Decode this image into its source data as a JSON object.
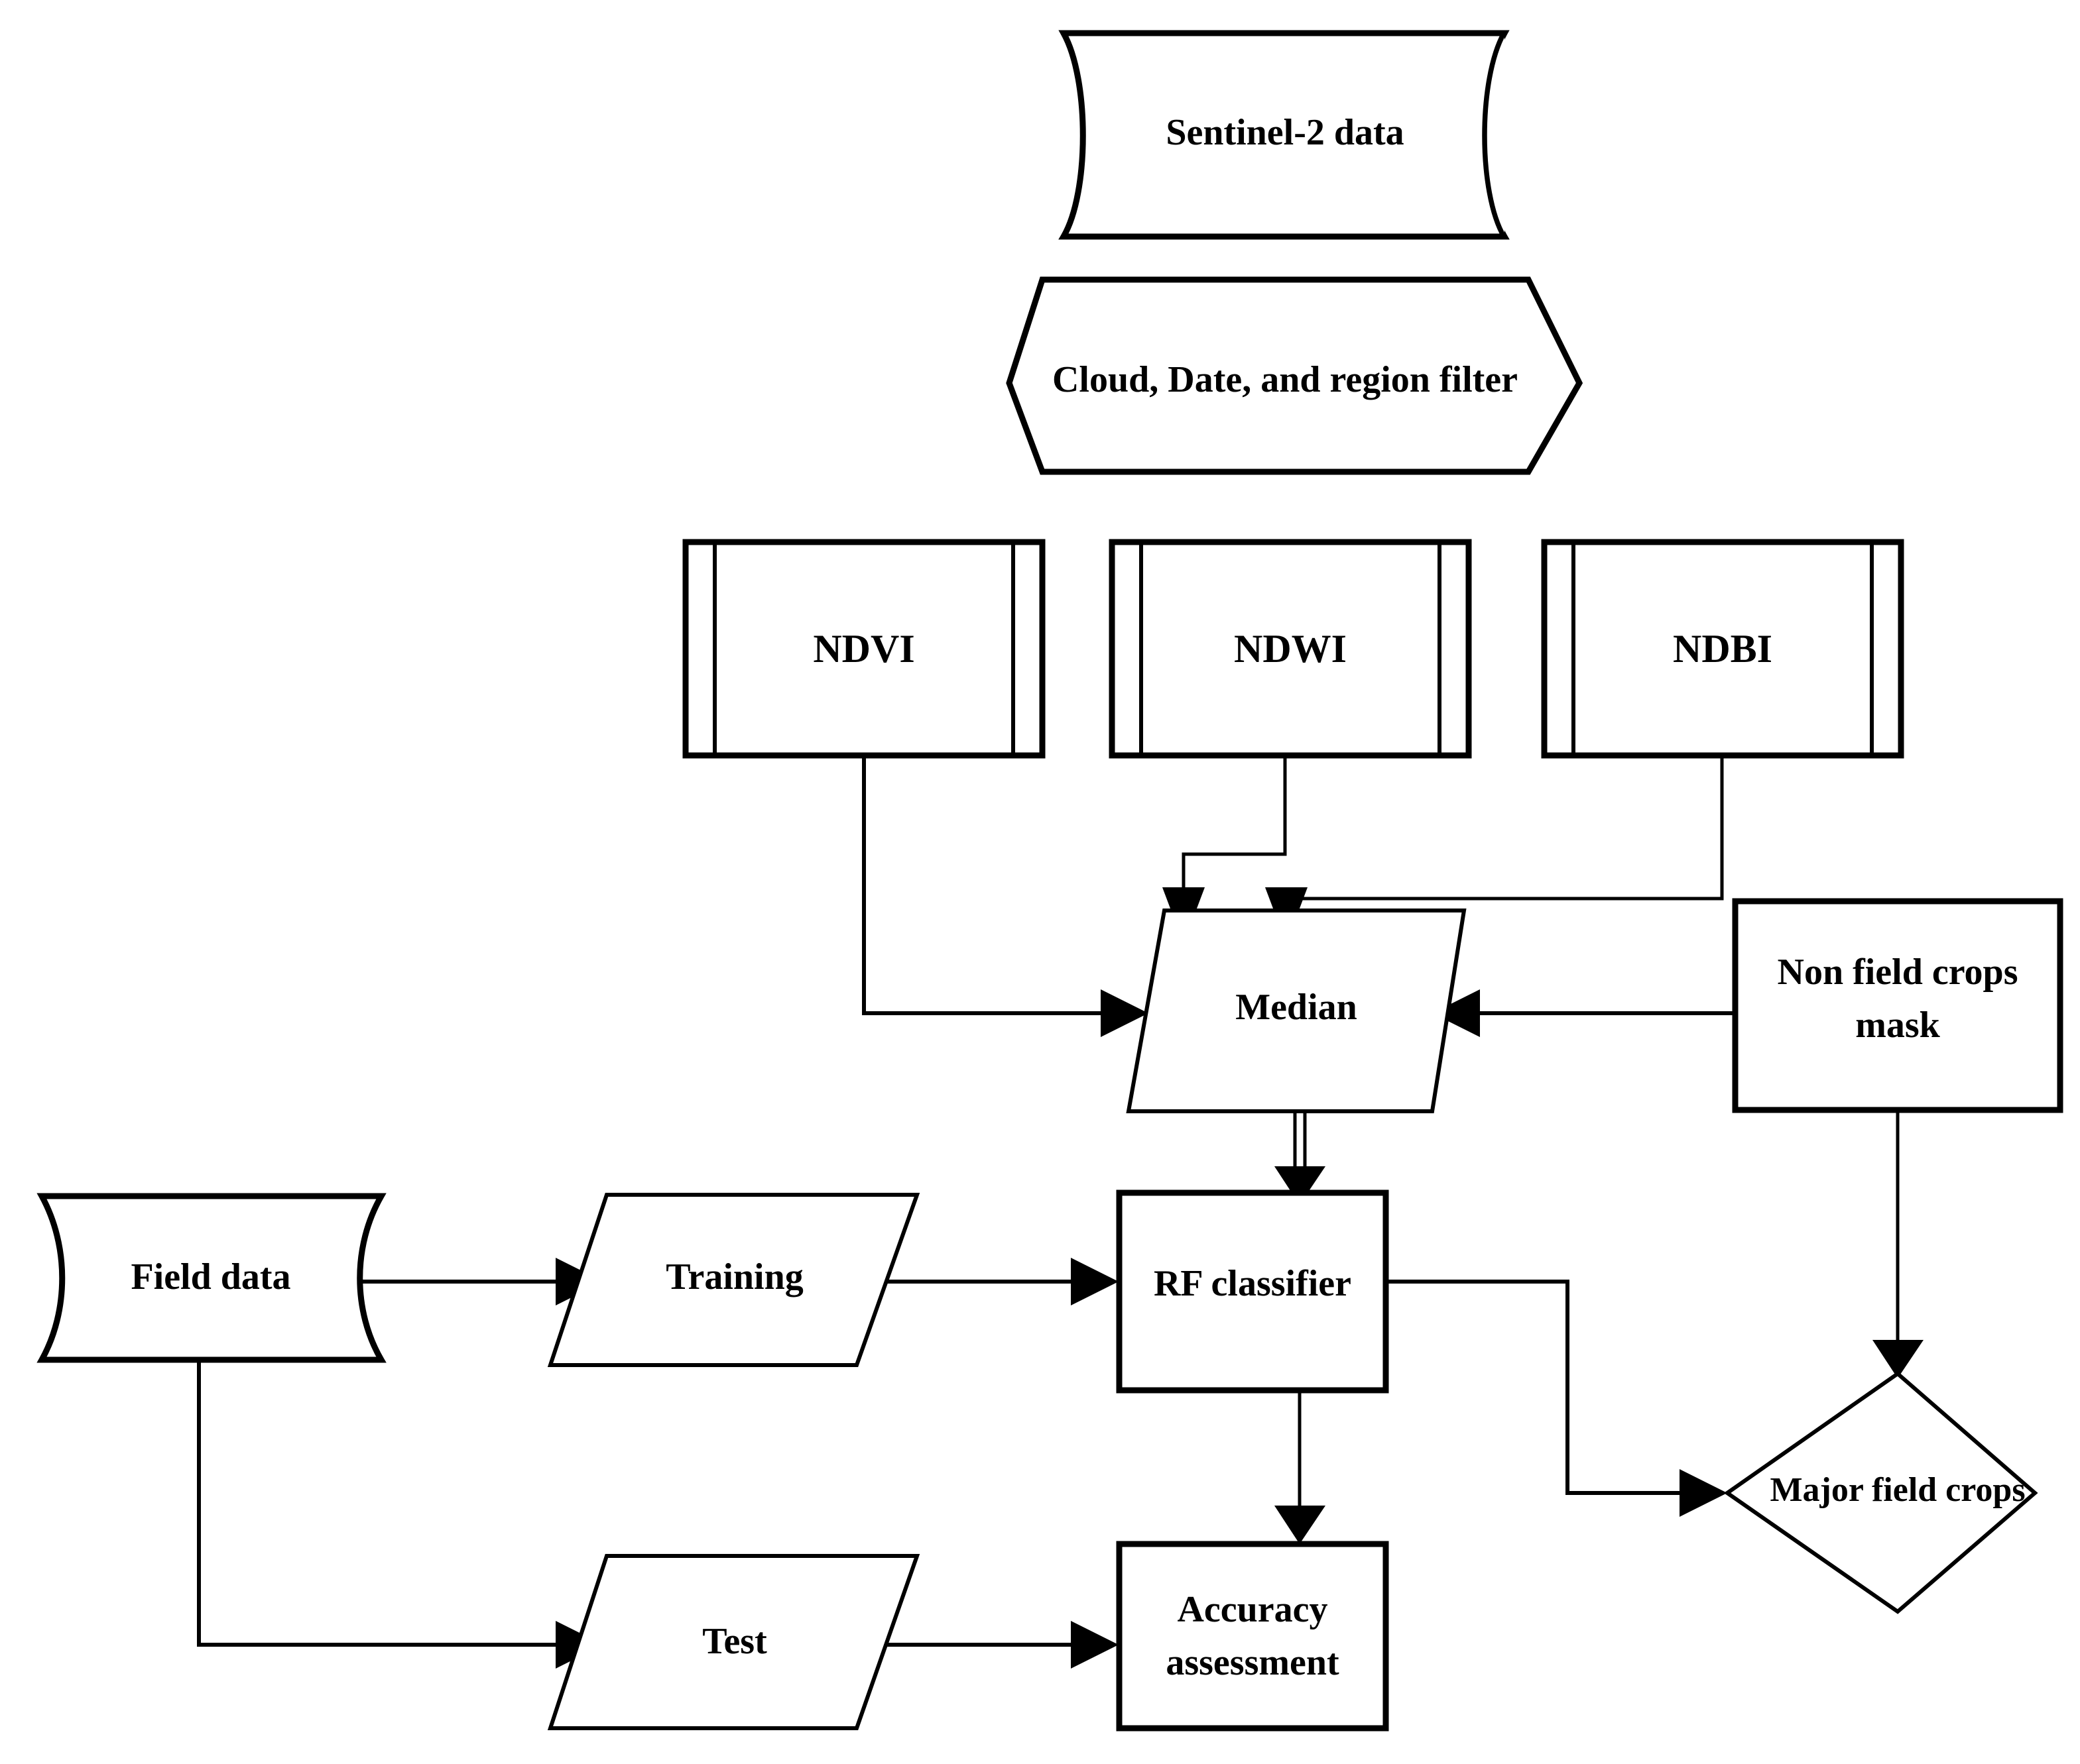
{
  "diagram": {
    "title": "Crop classification workflow flowchart",
    "background_color": "#ffffff",
    "line_color": "#000000",
    "nodes": {
      "sentinel": {
        "label": "Sentinel-2 data",
        "shape": "cylinder"
      },
      "filter": {
        "label": "Cloud, Date, and region filter",
        "shape": "hexagon"
      },
      "ndvi": {
        "label": "NDVI",
        "shape": "predefined-process"
      },
      "ndwi": {
        "label": "NDWI",
        "shape": "predefined-process"
      },
      "ndbi": {
        "label": "NDBI",
        "shape": "predefined-process"
      },
      "median": {
        "label": "Median",
        "shape": "parallelogram"
      },
      "non_field_crops_mask": {
        "label_line1": "Non field crops",
        "label_line2": "mask",
        "shape": "rectangle"
      },
      "field_data": {
        "label": "Field data",
        "shape": "document"
      },
      "training": {
        "label": "Training",
        "shape": "parallelogram"
      },
      "rf_classifier": {
        "label": "RF classifier",
        "shape": "rectangle"
      },
      "test": {
        "label": "Test",
        "shape": "parallelogram"
      },
      "accuracy_assessment": {
        "label_line1": "Accuracy",
        "label_line2": "assessment",
        "shape": "rectangle"
      },
      "major_field_crops": {
        "label": "Major field crops",
        "shape": "diamond"
      }
    },
    "edges": [
      {
        "from": "ndvi",
        "to": "median",
        "style": "elbow-right-into-left"
      },
      {
        "from": "ndwi",
        "to": "median",
        "style": "elbow-into-top-left"
      },
      {
        "from": "ndbi",
        "to": "median",
        "style": "elbow-into-top-right"
      },
      {
        "from": "non_field_crops_mask",
        "to": "median",
        "style": "straight-left"
      },
      {
        "from": "median",
        "to": "rf_classifier",
        "style": "double-line-down"
      },
      {
        "from": "field_data",
        "to": "training",
        "style": "straight-right"
      },
      {
        "from": "training",
        "to": "rf_classifier",
        "style": "straight-right"
      },
      {
        "from": "field_data",
        "to": "test",
        "style": "elbow-down-right"
      },
      {
        "from": "test",
        "to": "accuracy_assessment",
        "style": "straight-right"
      },
      {
        "from": "rf_classifier",
        "to": "accuracy_assessment",
        "style": "straight-down"
      },
      {
        "from": "rf_classifier",
        "to": "major_field_crops",
        "style": "elbow-right-down-right"
      },
      {
        "from": "non_field_crops_mask",
        "to": "major_field_crops",
        "style": "straight-down"
      }
    ]
  }
}
